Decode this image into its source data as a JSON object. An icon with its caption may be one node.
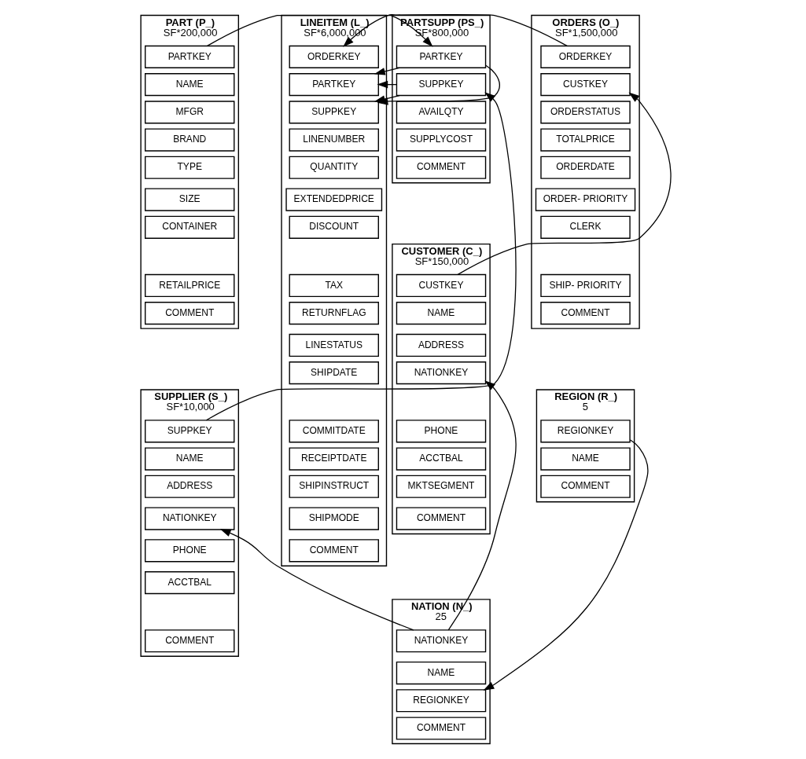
{
  "diagram": {
    "nodes": [
      {
        "text": [
          "PART (P_)",
          "SF*200,000"
        ]
      },
      {
        "text": [
          "PARTKEY"
        ],
        "in": 0
      },
      {
        "text": [
          "NAME"
        ],
        "in": 0
      },
      {
        "text": [
          "MFGR"
        ],
        "in": 0
      },
      {
        "text": [
          "BRAND"
        ],
        "in": 0
      },
      {
        "text": [
          "TYPE"
        ],
        "in": 0
      },
      {
        "text": [
          "SIZE"
        ],
        "in": 0
      },
      {
        "text": [
          "CONTAINER"
        ],
        "in": 0
      },
      {
        "text": [
          "RETAILPRICE"
        ],
        "in": 0
      },
      {
        "text": [
          "COMMENT"
        ],
        "in": 0
      },
      {
        "text": [
          "PARTSUPP (PS_)",
          "SF*800,000"
        ]
      },
      {
        "text": [
          "PARTKEY"
        ],
        "in": 10
      },
      {
        "text": [
          "SUPPKEY"
        ],
        "in": 10
      },
      {
        "text": [
          "AVAILQTY"
        ],
        "in": 10
      },
      {
        "text": [
          "SUPPLYCOST"
        ],
        "in": 10
      },
      {
        "text": [
          "COMMENT"
        ],
        "in": 10
      },
      {
        "text": [
          "LINEITEM (L_)",
          "SF*6,000,000"
        ]
      },
      {
        "text": [
          "ORDERKEY"
        ],
        "in": 16
      },
      {
        "text": [
          "PARTKEY"
        ],
        "in": 16
      },
      {
        "text": [
          "SUPPKEY"
        ],
        "in": 16
      },
      {
        "text": [
          "LINENUMBER"
        ],
        "in": 16
      },
      {
        "text": [
          "QUANTITY"
        ],
        "in": 16
      },
      {
        "text": [
          "EXTENDEDPRICE"
        ],
        "in": 16
      },
      {
        "text": [
          "DISCOUNT"
        ],
        "in": 16
      },
      {
        "text": [
          "TAX"
        ],
        "in": 16
      },
      {
        "text": [
          "RETURNFLAG"
        ],
        "in": 16
      },
      {
        "text": [
          "LINESTATUS"
        ],
        "in": 16
      },
      {
        "text": [
          "SHIPDATE"
        ],
        "in": 16
      },
      {
        "text": [
          "COMMITDATE"
        ],
        "in": 16
      },
      {
        "text": [
          "RECEIPTDATE"
        ],
        "in": 16
      },
      {
        "text": [
          "SHIPINSTRUCT"
        ],
        "in": 16
      },
      {
        "text": [
          "SHIPMODE"
        ],
        "in": 16
      },
      {
        "text": [
          "COMMENT"
        ],
        "in": 16
      },
      {
        "text": [
          "ORDERS (O_)",
          "SF*1,500,000"
        ]
      },
      {
        "text": [
          "ORDERKEY"
        ],
        "in": 33
      },
      {
        "text": [
          "CUSTKEY"
        ],
        "in": 33
      },
      {
        "text": [
          "ORDERSTATUS"
        ],
        "in": 33
      },
      {
        "text": [
          "TOTALPRICE"
        ],
        "in": 33
      },
      {
        "text": [
          "ORDERDATE"
        ],
        "in": 33
      },
      {
        "text": [
          "ORDER- PRIORITY"
        ],
        "in": 33
      },
      {
        "text": [
          "CLERK"
        ],
        "in": 33
      },
      {
        "text": [
          "SHIP- PRIORITY"
        ],
        "in": 33
      },
      {
        "text": [
          "COMMENT"
        ],
        "in": 33
      },
      {
        "text": [
          "CUSTOMER (C_)",
          "SF*150,000"
        ]
      },
      {
        "text": [
          "CUSTKEY"
        ],
        "in": 43
      },
      {
        "text": [
          "NAME"
        ],
        "in": 43
      },
      {
        "text": [
          "ADDRESS"
        ],
        "in": 43
      },
      {
        "text": [
          "NATIONKEY"
        ],
        "in": 43
      },
      {
        "text": [
          "PHONE"
        ],
        "in": 43
      },
      {
        "text": [
          "ACCTBAL"
        ],
        "in": 43
      },
      {
        "text": [
          "MKTSEGMENT"
        ],
        "in": 43
      },
      {
        "text": [
          "COMMENT"
        ],
        "in": 43
      },
      {
        "text": [
          "SUPPLIER (S_)",
          "SF*10,000"
        ]
      },
      {
        "text": [
          "SUPPKEY"
        ],
        "in": 52
      },
      {
        "text": [
          "NAME"
        ],
        "in": 52
      },
      {
        "text": [
          "ADDRESS"
        ],
        "in": 52
      },
      {
        "text": [
          "NATIONKEY"
        ],
        "in": 52
      },
      {
        "text": [
          "PHONE"
        ],
        "in": 52
      },
      {
        "text": [
          "ACCTBAL"
        ],
        "in": 52
      },
      {
        "text": [
          "COMMENT"
        ],
        "in": 52
      },
      {
        "text": [
          "NATION (N_)",
          "25"
        ]
      },
      {
        "text": [
          "NATIONKEY"
        ],
        "in": 60
      },
      {
        "text": [
          "NAME"
        ],
        "in": 60
      },
      {
        "text": [
          "REGIONKEY"
        ],
        "in": 60
      },
      {
        "text": [
          "COMMENT"
        ],
        "in": 60
      },
      {
        "text": [
          "REGION (R_)",
          "5"
        ]
      },
      {
        "text": [
          "REGIONKEY"
        ],
        "in": 65
      },
      {
        "text": [
          "NAME"
        ],
        "in": 65
      },
      {
        "text": [
          "COMMENT"
        ],
        "in": 65
      }
    ],
    "edges": [
      {
        "from": 1,
        "to": 11,
        "arrow": "to"
      },
      {
        "from": 53,
        "to": 12,
        "arrow": "to"
      },
      {
        "from": 11,
        "to": 18,
        "arrow": "to"
      },
      {
        "from": 11,
        "to": 19,
        "arrow": "to"
      },
      {
        "from": 12,
        "to": 18,
        "arrow": "to"
      },
      {
        "from": 12,
        "to": 19,
        "arrow": "to"
      },
      {
        "from": 34,
        "to": 17,
        "arrow": "to"
      },
      {
        "from": 44,
        "to": 35,
        "arrow": "to"
      },
      {
        "from": 61,
        "to": 47,
        "arrow": "to"
      },
      {
        "from": 61,
        "to": 56,
        "arrow": "to"
      },
      {
        "from": 66,
        "to": 63,
        "arrow": "to"
      }
    ]
  }
}
